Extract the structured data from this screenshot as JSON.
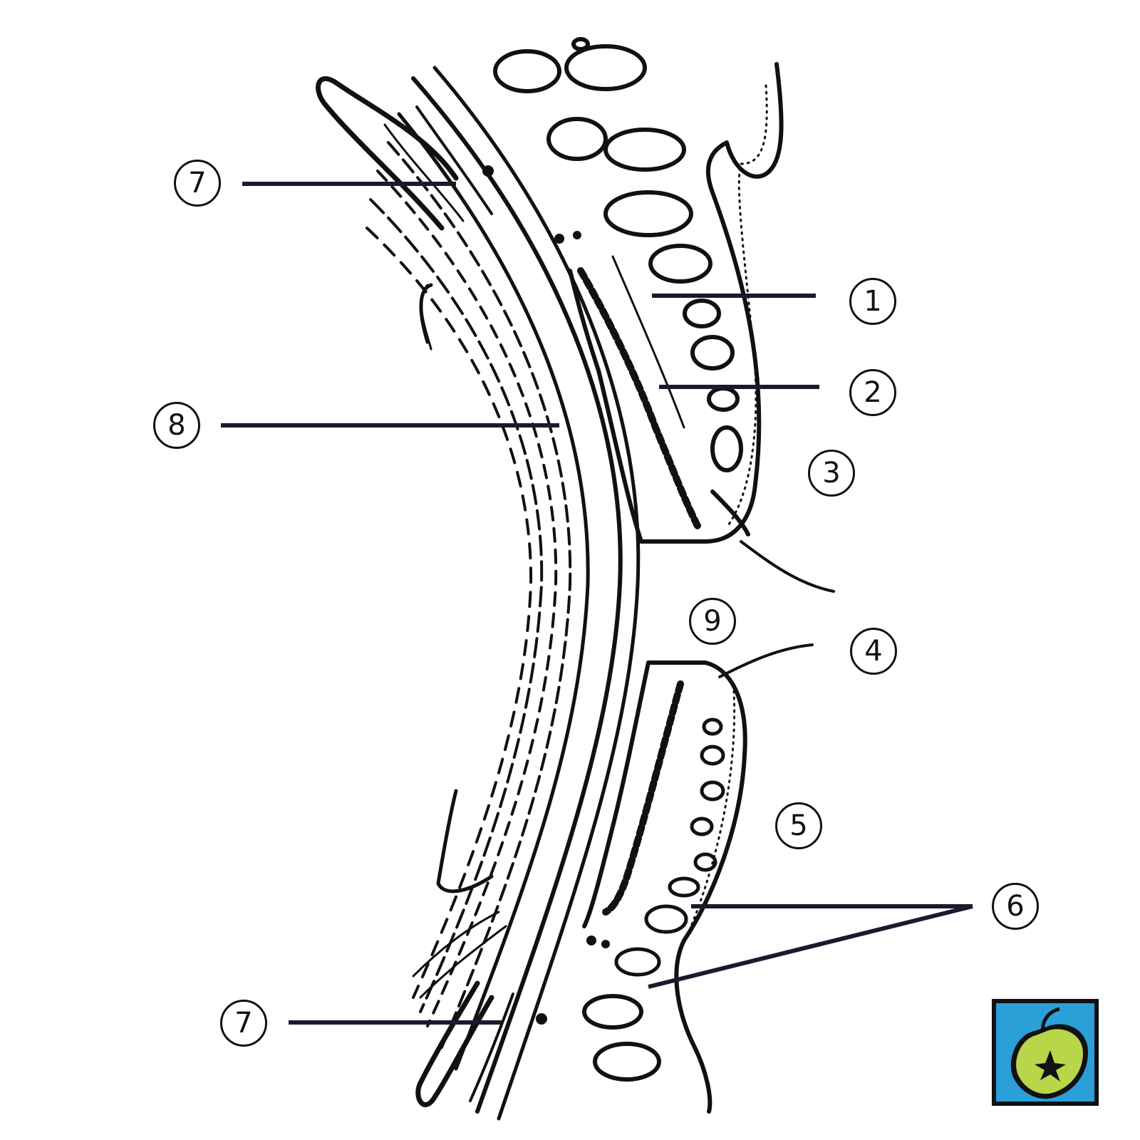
{
  "diagram": {
    "labels": [
      {
        "id": "l1",
        "text": "1"
      },
      {
        "id": "l2",
        "text": "2"
      },
      {
        "id": "l3",
        "text": "3"
      },
      {
        "id": "l4",
        "text": "4"
      },
      {
        "id": "l5",
        "text": "5"
      },
      {
        "id": "l6",
        "text": "6"
      },
      {
        "id": "l7a",
        "text": "7"
      },
      {
        "id": "l7b",
        "text": "7"
      },
      {
        "id": "l8",
        "text": "8"
      },
      {
        "id": "l9",
        "text": "9"
      }
    ]
  },
  "logo": {
    "icon": "apple-logo-icon",
    "bg_color": "#2a9fd8",
    "apple_color": "#b9d54a"
  }
}
